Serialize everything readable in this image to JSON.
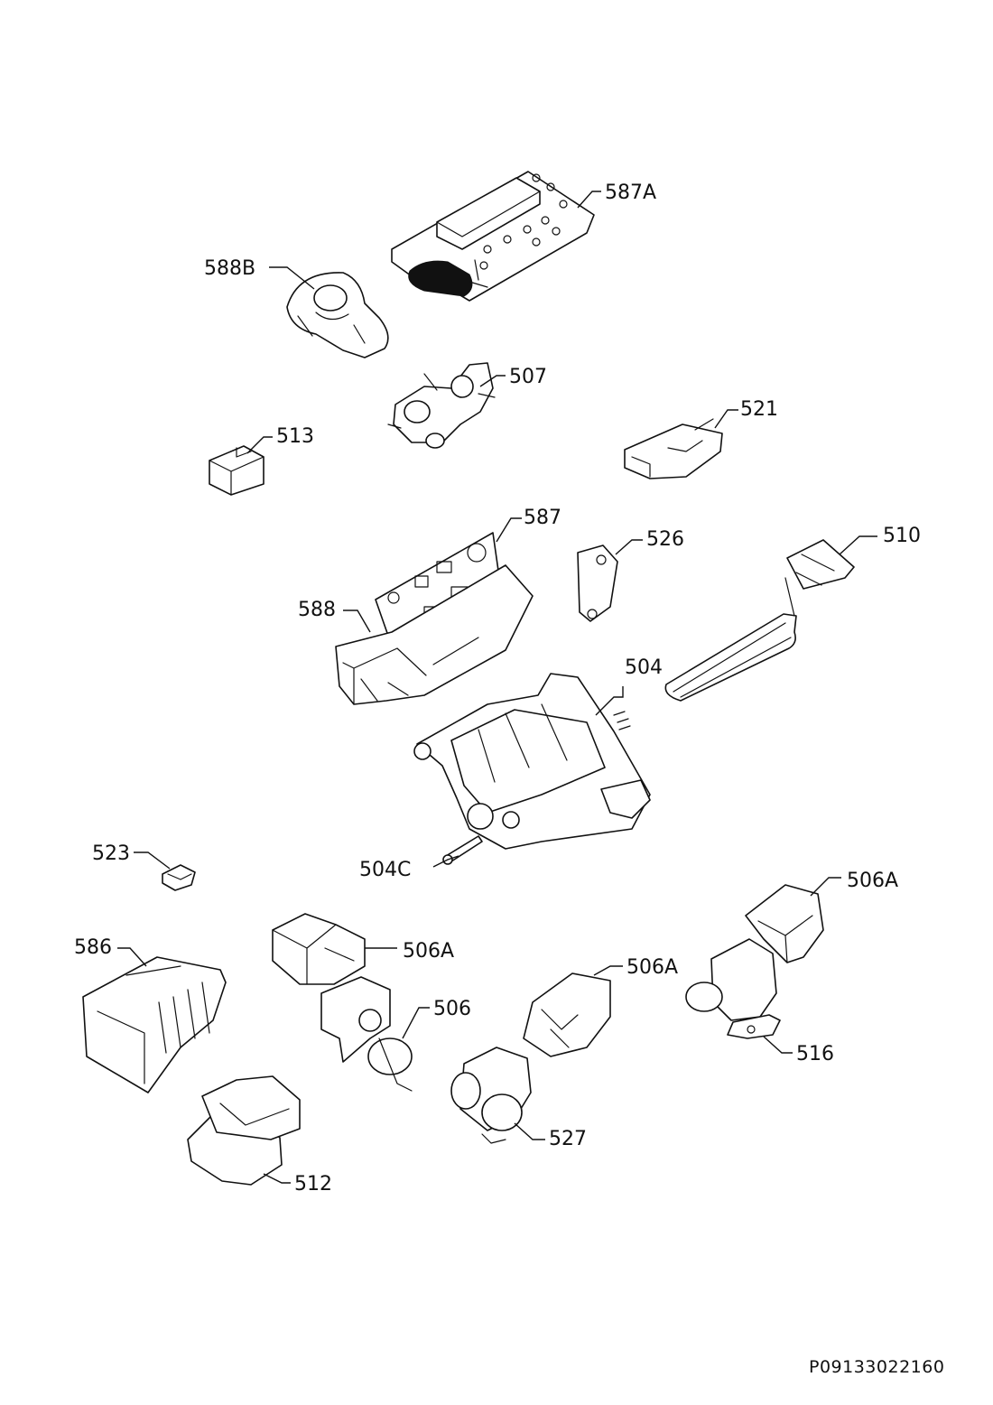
{
  "drawing_code": "P09133022160",
  "callouts": [
    {
      "id": "587A",
      "label": "587A"
    },
    {
      "id": "588B",
      "label": "588B"
    },
    {
      "id": "507",
      "label": "507"
    },
    {
      "id": "513",
      "label": "513"
    },
    {
      "id": "521",
      "label": "521"
    },
    {
      "id": "587",
      "label": "587"
    },
    {
      "id": "526",
      "label": "526"
    },
    {
      "id": "510",
      "label": "510"
    },
    {
      "id": "588",
      "label": "588"
    },
    {
      "id": "504",
      "label": "504"
    },
    {
      "id": "523",
      "label": "523"
    },
    {
      "id": "504C",
      "label": "504C"
    },
    {
      "id": "506A_right",
      "label": "506A"
    },
    {
      "id": "586",
      "label": "586"
    },
    {
      "id": "506A_left",
      "label": "506A"
    },
    {
      "id": "506A_mid",
      "label": "506A"
    },
    {
      "id": "506",
      "label": "506"
    },
    {
      "id": "516",
      "label": "516"
    },
    {
      "id": "527",
      "label": "527"
    },
    {
      "id": "512",
      "label": "512"
    }
  ]
}
